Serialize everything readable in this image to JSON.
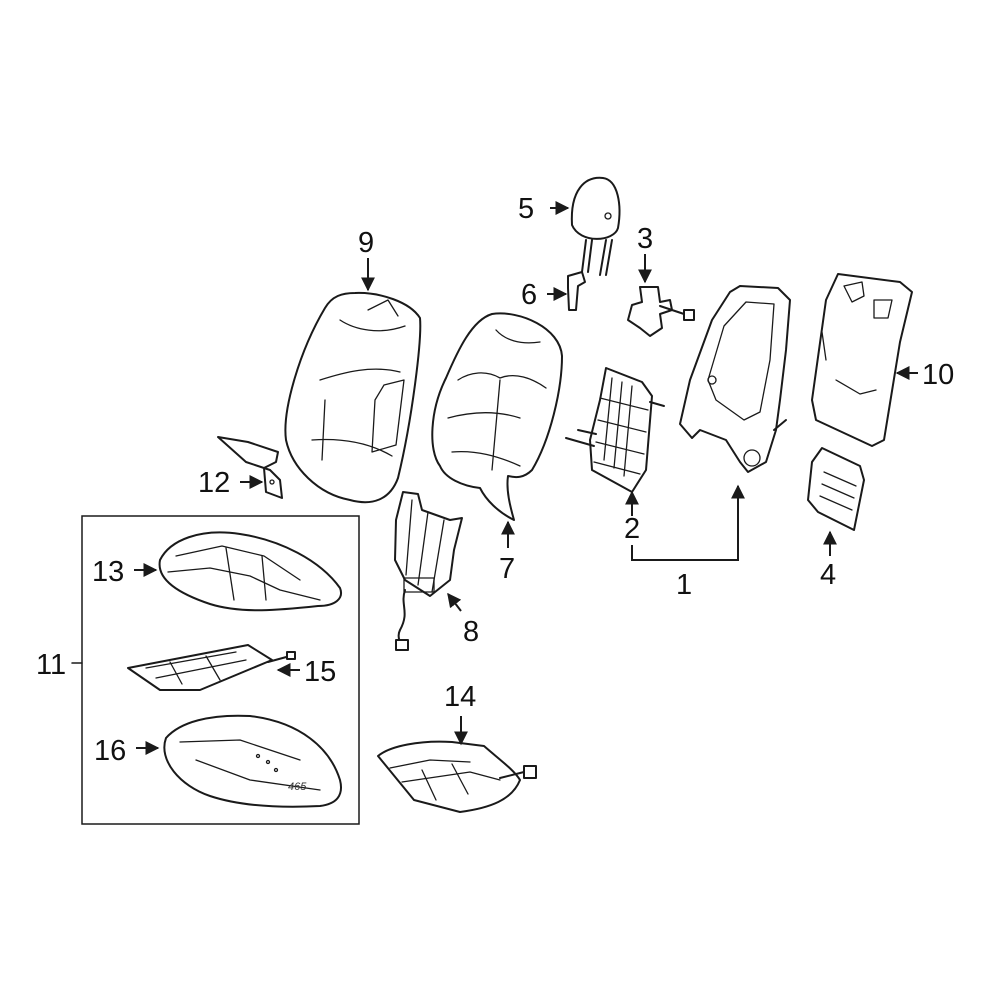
{
  "colors": {
    "highlight": "#3f5fbf",
    "line": "#1a1a1a",
    "background": "#ffffff"
  },
  "callouts": {
    "c1": "1",
    "c2": "2",
    "c3": "3",
    "c4": "4",
    "c5": "5",
    "c6": "6",
    "c7": "7",
    "c8": "8",
    "c9": "9",
    "c10": "10",
    "c11": "11",
    "c12": "12",
    "c13": "13",
    "c14": "14",
    "c15": "15",
    "c16": "16"
  },
  "cushion_stamp": "465"
}
